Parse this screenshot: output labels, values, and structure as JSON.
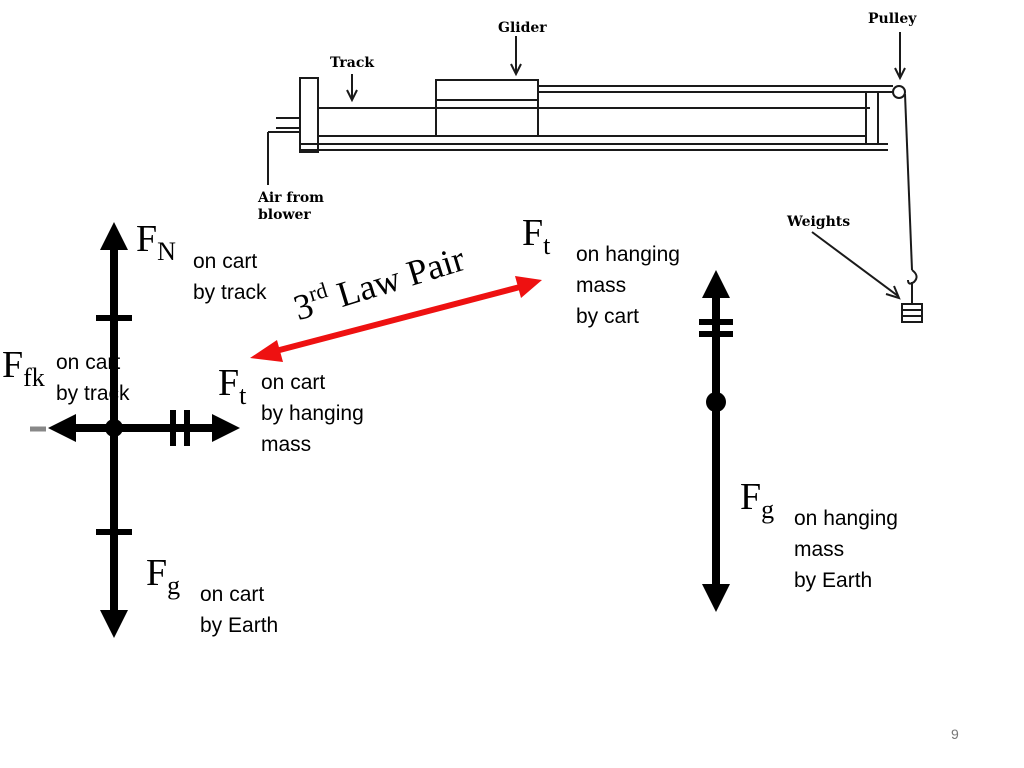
{
  "apparatus": {
    "glider": "Glider",
    "track": "Track",
    "pulley": "Pulley",
    "air_line1": "Air from",
    "air_line2": "blower",
    "weights": "Weights"
  },
  "cart_forces": {
    "normal": {
      "symbol": "F",
      "sub": "N",
      "desc": "on cart\nby track"
    },
    "friction": {
      "symbol": "F",
      "sub": "fk",
      "desc": "on cart\nby track"
    },
    "tension": {
      "symbol": "F",
      "sub": "t",
      "desc": "on cart\nby hanging\nmass"
    },
    "gravity": {
      "symbol": "F",
      "sub": "g",
      "desc": "on cart\nby Earth"
    }
  },
  "hanging_forces": {
    "tension": {
      "symbol": "F",
      "sub": "t",
      "desc": "on hanging\nmass\nby cart"
    },
    "gravity": {
      "symbol": "F",
      "sub": "g",
      "desc": "on hanging\nmass\nby Earth"
    }
  },
  "law_pair": {
    "number": "3",
    "suffix": "rd",
    "text": " Law Pair",
    "color": "#ee1111"
  },
  "page_number": "9"
}
